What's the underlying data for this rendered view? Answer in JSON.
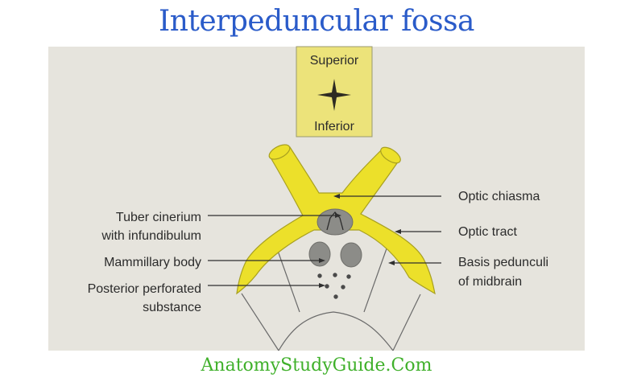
{
  "title": "Interpeduncular fossa",
  "orientation": {
    "superior": "Superior",
    "inferior": "Inferior"
  },
  "labels": {
    "optic_chiasma": "Optic chiasma",
    "optic_tract": "Optic tract",
    "basis_line1": "Basis pedunculi",
    "basis_line2": "of midbrain",
    "tuber_line1": "Tuber cinerium",
    "tuber_line2": "with infundibulum",
    "mammillary": "Mammillary body",
    "ppf_line1": "Posterior perforated",
    "ppf_line2": "substance"
  },
  "footer": "AnatomyStudyGuide.Com",
  "colors": {
    "title": "#2a5bc9",
    "footer": "#3fb02a",
    "background": "#e6e4dd",
    "optic_yellow": "#ece02a",
    "compass_box": "#ece37a"
  }
}
